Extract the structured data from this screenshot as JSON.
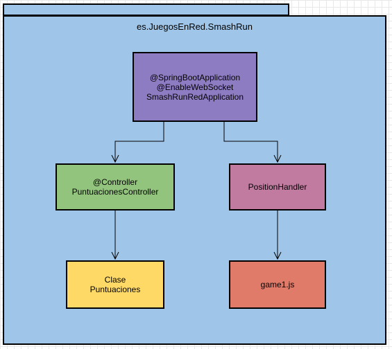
{
  "package": {
    "name": "es.JuegosEnRed.SmashRun"
  },
  "nodes": {
    "app": {
      "lines": [
        "@SpringBootApplication",
        "@EnableWebSocket",
        "SmashRunRedApplication"
      ],
      "color": "#8e7cc3"
    },
    "controller": {
      "lines": [
        "@Controller",
        "PuntuacionesController"
      ],
      "color": "#93c47d"
    },
    "position_handler": {
      "lines": [
        "PositionHandler"
      ],
      "color": "#c27ba0"
    },
    "clase_puntuaciones": {
      "lines": [
        "Clase",
        "Puntuaciones"
      ],
      "color": "#ffd966"
    },
    "game": {
      "lines": [
        "game1.js"
      ],
      "color": "#e07b6a"
    }
  },
  "edges": [
    {
      "from": "app",
      "to": "controller"
    },
    {
      "from": "app",
      "to": "position_handler"
    },
    {
      "from": "controller",
      "to": "clase_puntuaciones"
    },
    {
      "from": "position_handler",
      "to": "game"
    }
  ],
  "colors": {
    "package_fill": "#9fc5e8",
    "line": "#000000"
  }
}
